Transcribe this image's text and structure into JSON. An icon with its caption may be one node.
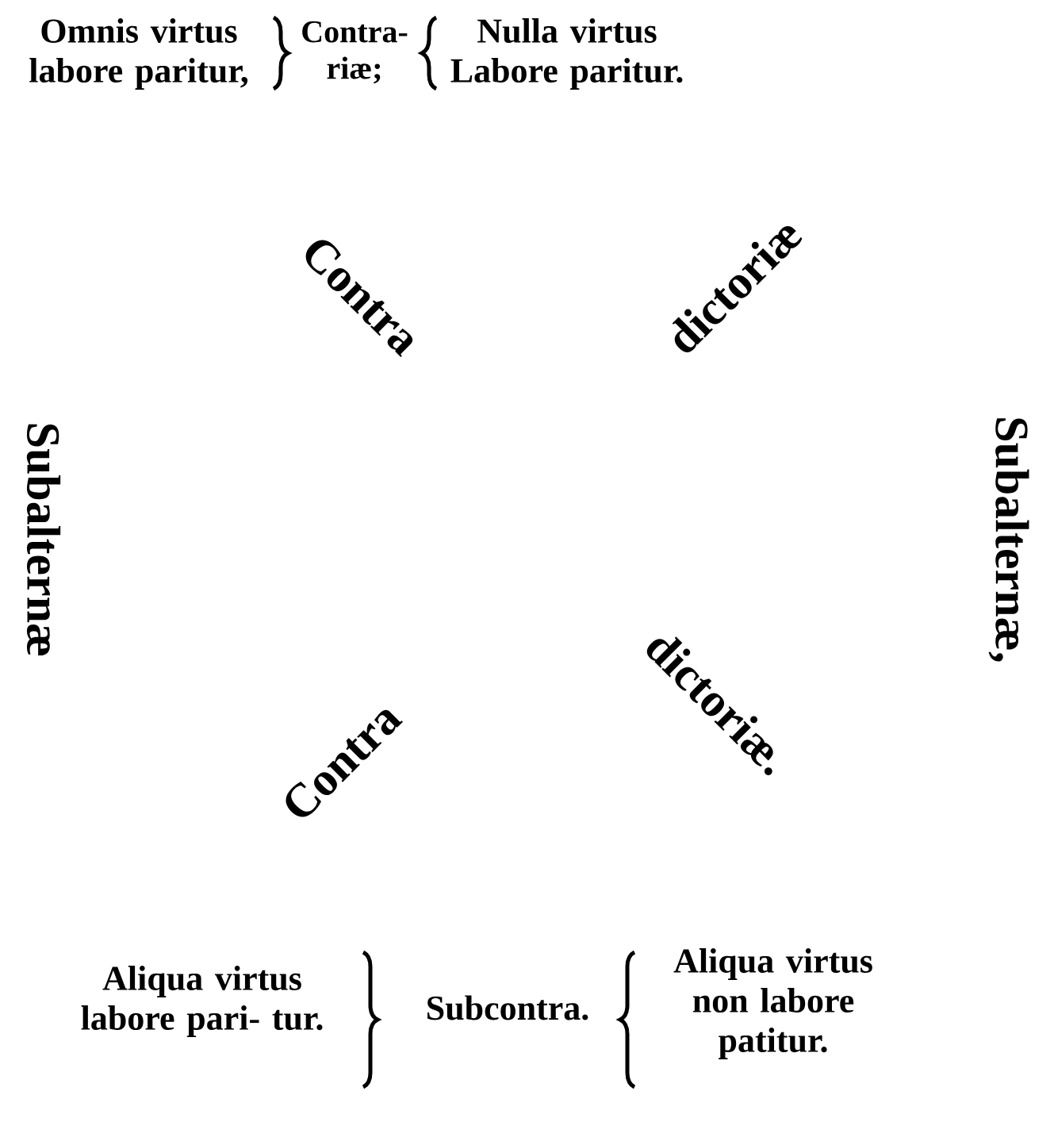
{
  "diagram": {
    "nodes": [
      {
        "text": [
          "Omnis virtus labore paritur,"
        ]
      },
      {
        "text": [
          "Nulla virtus Labore paritur."
        ]
      },
      {
        "text": [
          "Aliqua virtus labore pari- tur."
        ]
      },
      {
        "text": [
          "Aliqua virtus non labore patitur."
        ]
      }
    ],
    "labels": [
      "Contra- riæ;",
      "Contra",
      "dictoriæ",
      "Subalternæ",
      "Subalternæ,",
      "Contra",
      "dictoriæ.",
      "Subcontra."
    ]
  }
}
